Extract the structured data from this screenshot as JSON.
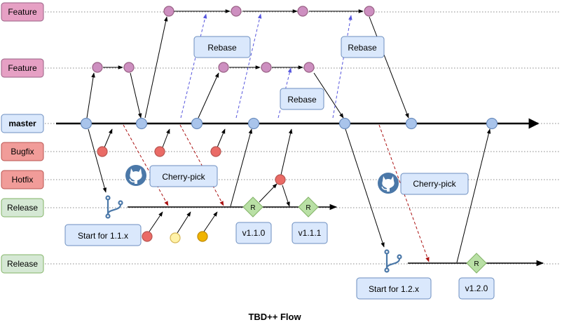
{
  "lanes": [
    {
      "id": "feature1",
      "label": "Feature",
      "kind": "feature"
    },
    {
      "id": "feature2",
      "label": "Feature",
      "kind": "feature"
    },
    {
      "id": "master",
      "label": "master",
      "kind": "master"
    },
    {
      "id": "bugfix",
      "label": "Bugfix",
      "kind": "fix"
    },
    {
      "id": "hotfix",
      "label": "Hotfix",
      "kind": "fix"
    },
    {
      "id": "release1",
      "label": "Release",
      "kind": "release"
    },
    {
      "id": "release2",
      "label": "Release",
      "kind": "release"
    }
  ],
  "notes": {
    "rebase": "Rebase",
    "cherry_pick": "Cherry-pick",
    "start_11": "Start for 1.1.x",
    "start_12": "Start for 1.2.x",
    "v110": "v1.1.0",
    "v111": "v1.1.1",
    "v120": "v1.2.0"
  },
  "tag_letter": "R",
  "title": "TBD++ Flow",
  "icons": [
    "branch-icon",
    "github-icon"
  ],
  "colors": {
    "feature_fill": "#e6a0c4",
    "feature_stroke": "#996185",
    "master_fill": "#dae8fc",
    "master_stroke": "#6c8ebf",
    "fix_fill": "#f19c99",
    "fix_stroke": "#b85450",
    "release_fill": "#d5e8d4",
    "release_stroke": "#82b366",
    "commit_blue": "#a9c4eb",
    "commit_pink": "#cd8fc0",
    "commit_red": "#ea6b66",
    "yellow_light": "#fff2a8",
    "yellow_dark": "#f0b400",
    "rebase_arrow": "#5555dd",
    "cherry_arrow": "#aa1111",
    "icon_blue": "#4b78a8"
  }
}
